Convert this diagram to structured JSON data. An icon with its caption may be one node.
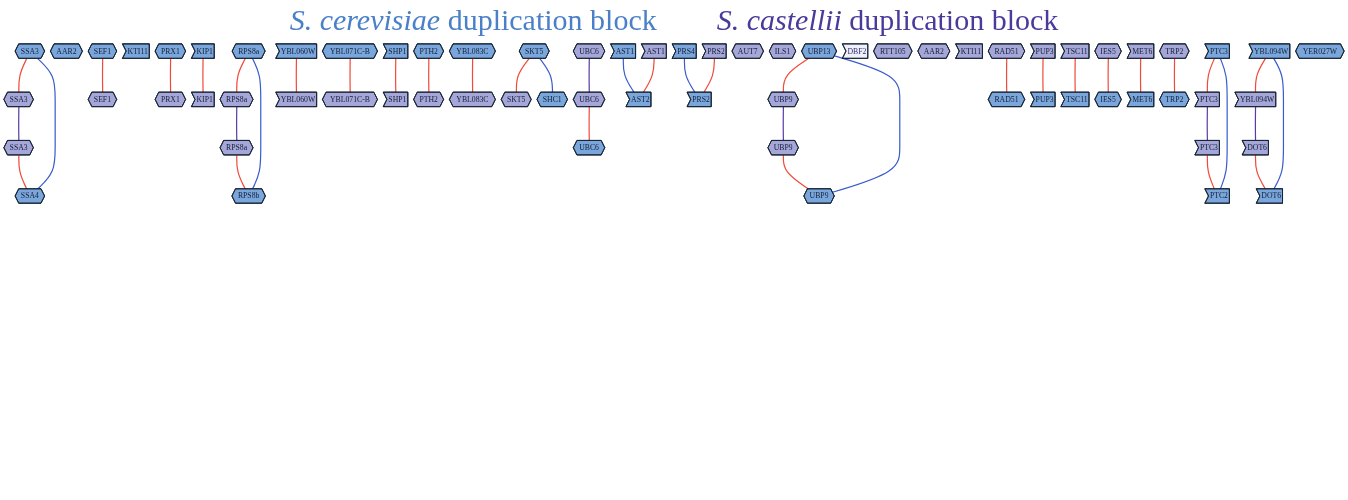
{
  "diagram": {
    "nodes": [
      {
        "text": [
          "SSA3"
        ]
      },
      {
        "text": [
          "AAR2"
        ]
      },
      {
        "text": [
          "RPS8a"
        ]
      },
      {
        "text": [
          "KTI11"
        ]
      },
      {
        "text": [
          "AST1"
        ]
      },
      {
        "text": [
          "PRS4"
        ]
      },
      {
        "text": [
          "UBP13"
        ]
      },
      {
        "text": [
          "SEF1"
        ]
      },
      {
        "text": [
          "PRX1"
        ]
      },
      {
        "text": [
          "KIP1"
        ]
      },
      {
        "text": [
          "SKT5"
        ]
      },
      {
        "text": [
          "YBL060W"
        ]
      },
      {
        "text": [
          "YBL071C-B"
        ]
      },
      {
        "text": [
          "SHP1"
        ]
      },
      {
        "text": [
          "PTH2"
        ]
      },
      {
        "text": [
          "PTC3"
        ]
      },
      {
        "text": [
          "YBL083C"
        ]
      },
      {
        "text": [
          "YBL094W"
        ]
      },
      {
        "text": [
          "AUT7"
        ]
      },
      {
        "text": [
          "ILS1"
        ]
      },
      {
        "text": [
          "SSA3"
        ]
      },
      {
        "text": [
          "RPS8a"
        ]
      },
      {
        "text": [
          "UBC6"
        ]
      },
      {
        "text": [
          "UBP9"
        ]
      },
      {
        "text": [
          "SEF1"
        ]
      },
      {
        "text": [
          "PRX1"
        ]
      },
      {
        "text": [
          "KIP1"
        ]
      },
      {
        "text": [
          "SKT5"
        ]
      },
      {
        "text": [
          "YBL060W"
        ]
      },
      {
        "text": [
          "YBL071C-B"
        ]
      },
      {
        "text": [
          "SHP1"
        ]
      },
      {
        "text": [
          "PTH2"
        ]
      },
      {
        "text": [
          "DBF2"
        ]
      },
      {
        "text": [
          "PTC3"
        ]
      },
      {
        "text": [
          "YBL083C"
        ]
      },
      {
        "text": [
          "YBL094W"
        ]
      },
      {
        "text": [
          "RTT105"
        ]
      },
      {
        "text": [
          "SSA3"
        ]
      },
      {
        "text": [
          "AAR2"
        ]
      },
      {
        "text": [
          "RPS8a"
        ]
      },
      {
        "text": [
          "KTI11"
        ]
      },
      {
        "text": [
          "AST1"
        ]
      },
      {
        "text": [
          "UBC6"
        ]
      },
      {
        "text": [
          "PRS2"
        ]
      },
      {
        "text": [
          "UBP9"
        ]
      },
      {
        "text": [
          "RAD51"
        ]
      },
      {
        "text": [
          "PUP3"
        ]
      },
      {
        "text": [
          "TSC11"
        ]
      },
      {
        "text": [
          "IES5"
        ]
      },
      {
        "text": [
          "MET6"
        ]
      },
      {
        "text": [
          "TRP2"
        ]
      },
      {
        "text": [
          "PTC3"
        ]
      },
      {
        "text": [
          "DOT6"
        ]
      },
      {
        "text": [
          "SSA4"
        ]
      },
      {
        "text": [
          "RPS8b"
        ]
      },
      {
        "text": [
          "AST2"
        ]
      },
      {
        "text": [
          "UBC6"
        ]
      },
      {
        "text": [
          "PRS2"
        ]
      },
      {
        "text": [
          "UBP9"
        ]
      },
      {
        "text": [
          "YER027W"
        ]
      },
      {
        "text": [
          "SHC1"
        ]
      },
      {
        "text": [
          "RAD51"
        ]
      },
      {
        "text": [
          "PUP3"
        ]
      },
      {
        "text": [
          "TSC11"
        ]
      },
      {
        "text": [
          "IES5"
        ]
      },
      {
        "text": [
          "MET6"
        ]
      },
      {
        "text": [
          "TRP2"
        ]
      },
      {
        "text": [
          "PTC2"
        ]
      },
      {
        "text": [
          "DOT6"
        ]
      }
    ],
    "edges": [
      {
        "from": 0,
        "to": 20,
        "arrow": "none"
      },
      {
        "from": 2,
        "to": 21,
        "arrow": "none"
      },
      {
        "from": 6,
        "to": 23,
        "arrow": "none"
      },
      {
        "from": 7,
        "to": 24,
        "arrow": "none"
      },
      {
        "from": 8,
        "to": 25,
        "arrow": "none"
      },
      {
        "from": 9,
        "to": 26,
        "arrow": "none"
      },
      {
        "from": 10,
        "to": 27,
        "arrow": "none"
      },
      {
        "from": 11,
        "to": 28,
        "arrow": "none"
      },
      {
        "from": 12,
        "to": 29,
        "arrow": "none"
      },
      {
        "from": 13,
        "to": 30,
        "arrow": "none"
      },
      {
        "from": 14,
        "to": 31,
        "arrow": "none"
      },
      {
        "from": 15,
        "to": 33,
        "arrow": "none"
      },
      {
        "from": 16,
        "to": 34,
        "arrow": "none"
      },
      {
        "from": 17,
        "to": 35,
        "arrow": "none"
      },
      {
        "from": 0,
        "to": 53,
        "arrow": "none",
        "color": "#3a5ccc"
      },
      {
        "from": 2,
        "to": 54,
        "arrow": "none",
        "color": "#3a5ccc"
      },
      {
        "from": 4,
        "to": 55,
        "arrow": "none",
        "color": "#3a5ccc"
      },
      {
        "from": 5,
        "to": 57,
        "arrow": "none",
        "color": "#3a5ccc"
      },
      {
        "from": 6,
        "to": 58,
        "arrow": "none",
        "color": "#3a5ccc"
      },
      {
        "from": 10,
        "to": 60,
        "arrow": "none",
        "color": "#3a5ccc"
      },
      {
        "from": 15,
        "to": 67,
        "arrow": "none",
        "color": "#3a5ccc"
      },
      {
        "from": 17,
        "to": 68,
        "arrow": "none",
        "color": "#3a5ccc"
      },
      {
        "from": 20,
        "to": 37,
        "arrow": "none",
        "color": "#5a3aa8"
      },
      {
        "from": 21,
        "to": 39,
        "arrow": "none",
        "color": "#5a3aa8"
      },
      {
        "from": 22,
        "to": 42,
        "arrow": "none",
        "color": "#5a3aa8"
      },
      {
        "from": 23,
        "to": 44,
        "arrow": "none",
        "color": "#5a3aa8"
      },
      {
        "from": 33,
        "to": 51,
        "arrow": "none",
        "color": "#5a3aa8"
      },
      {
        "from": 35,
        "to": 52,
        "arrow": "none",
        "color": "#5a3aa8"
      },
      {
        "from": 37,
        "to": 53,
        "arrow": "none"
      },
      {
        "from": 39,
        "to": 54,
        "arrow": "none"
      },
      {
        "from": 41,
        "to": 55,
        "arrow": "none"
      },
      {
        "from": 42,
        "to": 56,
        "arrow": "none"
      },
      {
        "from": 43,
        "to": 57,
        "arrow": "none"
      },
      {
        "from": 44,
        "to": 58,
        "arrow": "none"
      },
      {
        "from": 45,
        "to": 61,
        "arrow": "none"
      },
      {
        "from": 46,
        "to": 62,
        "arrow": "none"
      },
      {
        "from": 47,
        "to": 63,
        "arrow": "none"
      },
      {
        "from": 48,
        "to": 64,
        "arrow": "none"
      },
      {
        "from": 49,
        "to": 65,
        "arrow": "none"
      },
      {
        "from": 50,
        "to": 66,
        "arrow": "none"
      },
      {
        "from": 51,
        "to": 67,
        "arrow": "none"
      },
      {
        "from": 52,
        "to": 68,
        "arrow": "none"
      }
    ],
    "labels": [
      "*S. cerevisiae* duplication block",
      "*S. castellii* duplication block"
    ]
  }
}
